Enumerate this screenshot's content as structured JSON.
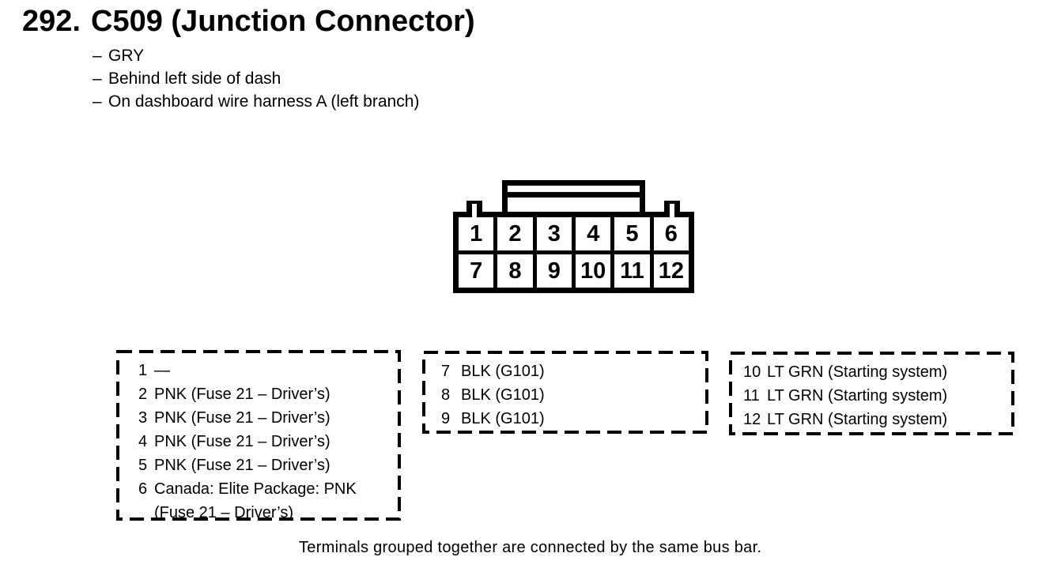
{
  "header": {
    "section_number": "292.",
    "title": "C509 (Junction Connector)",
    "note_dash": "–",
    "notes": [
      "GRY",
      "Behind left side of dash",
      "On dashboard wire harness A (left branch)"
    ]
  },
  "connector": {
    "pins": [
      "1",
      "2",
      "3",
      "4",
      "5",
      "6",
      "7",
      "8",
      "9",
      "10",
      "11",
      "12"
    ]
  },
  "pin_groups": [
    {
      "pins": [
        {
          "num": "1",
          "desc": "—"
        },
        {
          "num": "2",
          "desc": "PNK (Fuse 21 – Driver’s)"
        },
        {
          "num": "3",
          "desc": "PNK (Fuse 21 – Driver’s)"
        },
        {
          "num": "4",
          "desc": "PNK (Fuse 21 – Driver’s)"
        },
        {
          "num": "5",
          "desc": "PNK (Fuse 21 – Driver’s)"
        },
        {
          "num": "6",
          "desc": "Canada: Elite Package: PNK",
          "desc2": "(Fuse 21 – Driver’s)"
        }
      ]
    },
    {
      "pins": [
        {
          "num": "7",
          "desc": "BLK (G101)"
        },
        {
          "num": "8",
          "desc": "BLK (G101)"
        },
        {
          "num": "9",
          "desc": "BLK (G101)"
        }
      ]
    },
    {
      "pins": [
        {
          "num": "10",
          "desc": "LT GRN (Starting system)"
        },
        {
          "num": "11",
          "desc": "LT GRN (Starting system)"
        },
        {
          "num": "12",
          "desc": "LT GRN (Starting system)"
        }
      ]
    }
  ],
  "footer": {
    "note": "Terminals grouped together are connected by the same bus bar."
  },
  "colors": {
    "ink": "#000000",
    "paper": "#ffffff"
  }
}
